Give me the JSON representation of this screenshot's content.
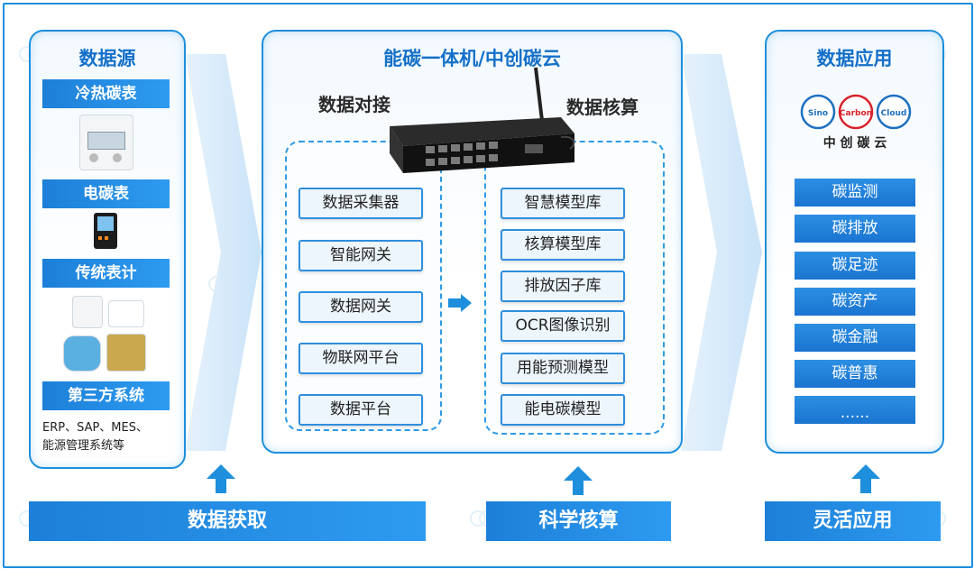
{
  "source_panel": {
    "title": "数据源",
    "items": [
      "冷热碳表",
      "电碳表",
      "传统表计",
      "第三方系统"
    ],
    "third_party_desc_line1": "ERP、SAP、MES、",
    "third_party_desc_line2": "能源管理系统等"
  },
  "center_panel": {
    "title": "能碳一体机/中创碳云",
    "left_head": "数据对接",
    "right_head": "数据核算",
    "left_items": [
      "数据采集器",
      "智能网关",
      "数据网关",
      "物联网平台",
      "数据平台"
    ],
    "right_items": [
      "智慧模型库",
      "核算模型库",
      "排放因子库",
      "OCR图像识别",
      "用能预测模型",
      "能电碳模型"
    ]
  },
  "app_panel": {
    "title": "数据应用",
    "logo_words": [
      "Sino",
      "Carbon",
      "Cloud"
    ],
    "logo_cn": "中 创 碳 云",
    "items": [
      "碳监测",
      "碳排放",
      "碳足迹",
      "碳资产",
      "碳金融",
      "碳普惠",
      "......"
    ]
  },
  "bottom": {
    "left": "数据获取",
    "center": "科学核算",
    "right": "灵活应用"
  },
  "colors": {
    "primary": "#1d8fdc",
    "title_blue": "#1470c8",
    "bar_blue": "#2d9bf0"
  }
}
